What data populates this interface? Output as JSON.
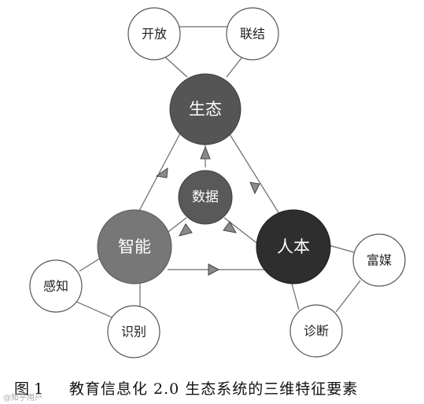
{
  "nodes": {
    "shengtai": "生态",
    "shuju": "数据",
    "zhineng": "智能",
    "renben": "人本",
    "kaifang": "开放",
    "lianjie": "联结",
    "ganzhi": "感知",
    "shibie": "识别",
    "fumei": "富媒",
    "zhenduan": "诊断"
  },
  "caption": {
    "figure_number": "图 1",
    "title": "教育信息化 2.0 生态系统的三维特征要素"
  },
  "watermark": "@知乎用户",
  "colors": {
    "shengtai": "#555555",
    "shuju": "#595959",
    "zhineng": "#777777",
    "renben": "#2e2e2e",
    "small_node_fill": "#ffffff",
    "line": "#666666",
    "arrow": "#888888"
  }
}
